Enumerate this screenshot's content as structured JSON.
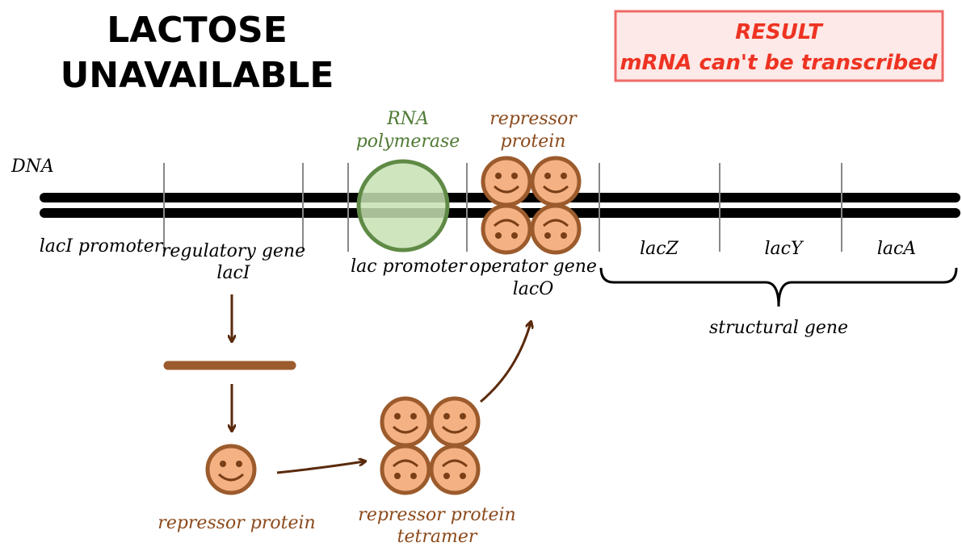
{
  "title": {
    "line1": "LACTOSE",
    "line2": "UNAVAILABLE"
  },
  "result": {
    "heading": "RESULT",
    "text": "mRNA can't be transcribed"
  },
  "labels": {
    "dna": "DNA",
    "laci_promoter": "lacI promoter",
    "regulatory_gene_line1": "regulatory gene",
    "regulatory_gene_line2": "lacI",
    "rna_pol_line1": "RNA",
    "rna_pol_line2": "polymerase",
    "lac_promoter": "lac promoter",
    "repressor_top_line1": "repressor",
    "repressor_top_line2": "protein",
    "operator_line1": "operator gene",
    "operator_line2": "lacO",
    "lacz": "lacZ",
    "lacy": "lacY",
    "laca": "lacA",
    "structural_gene": "structural gene",
    "repressor_protein": "repressor protein",
    "tetramer_line1": "repressor protein",
    "tetramer_line2": "tetramer"
  },
  "colors": {
    "result": "#ee3322",
    "result_border": "#ee6a66",
    "result_fill": "#fde9e7",
    "rna_pol_fill": "#c5e0b3",
    "rna_pol_stroke": "#5f8a45",
    "rna_pol_text": "#4f7a34",
    "protein_fill": "#f4b183",
    "protein_stroke": "#9c5b2c",
    "brown_text": "#8b4a1c",
    "bar": "#9c5b2c",
    "arrow": "#5a2a0c"
  }
}
